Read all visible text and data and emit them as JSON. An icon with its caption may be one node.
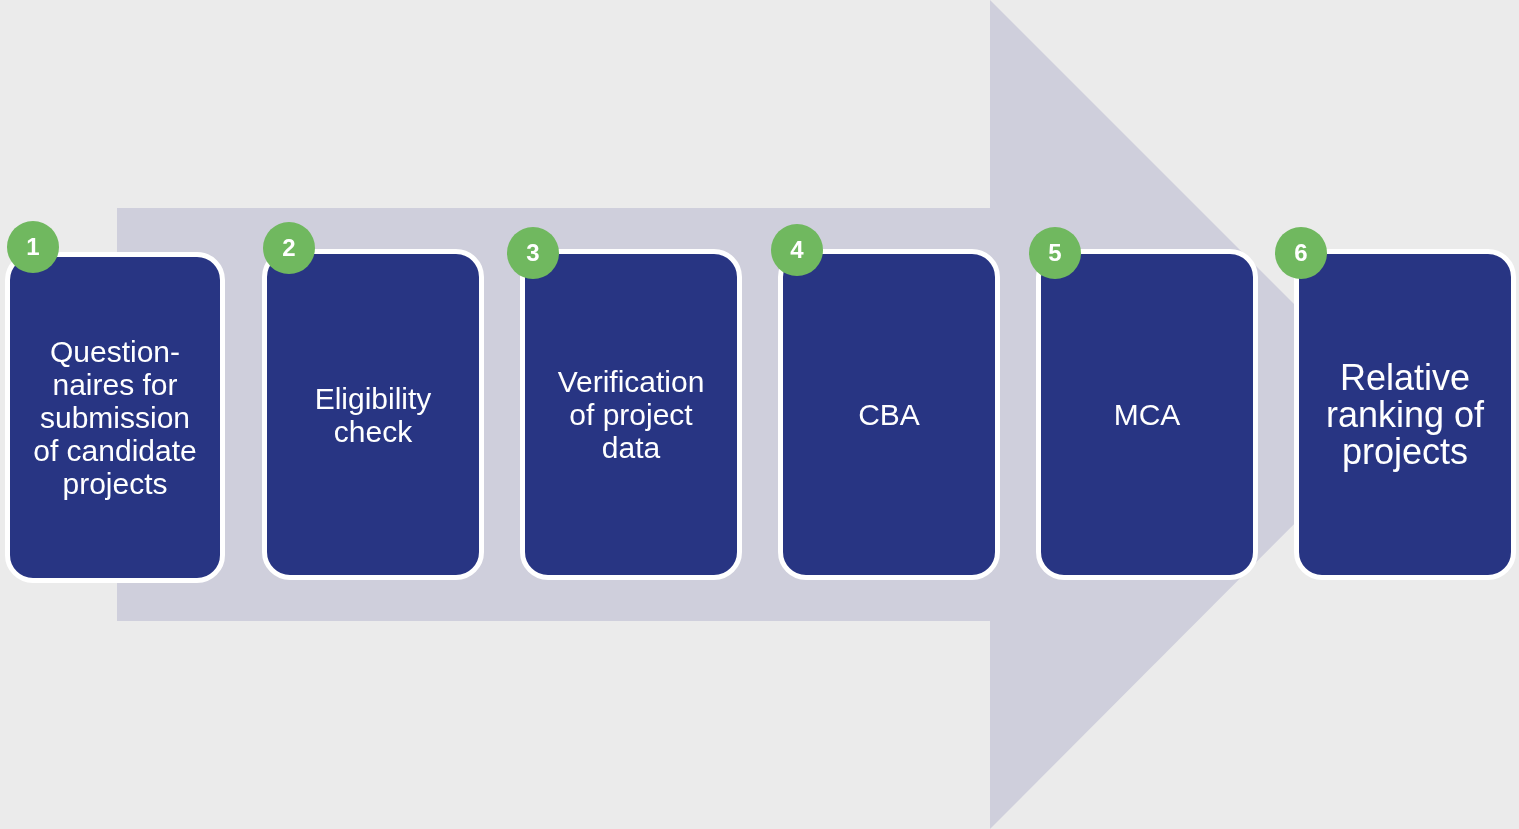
{
  "diagram": {
    "nodes": [
      {
        "text": [
          "1"
        ]
      },
      {
        "text": [
          "Question-naires for submission of candidate projects"
        ]
      },
      {
        "text": [
          "2"
        ]
      },
      {
        "text": [
          "Eligibility check"
        ]
      },
      {
        "text": [
          "3"
        ]
      },
      {
        "text": [
          "Verification of project data"
        ]
      },
      {
        "text": [
          "4"
        ]
      },
      {
        "text": [
          "CBA"
        ]
      },
      {
        "text": [
          "5"
        ]
      },
      {
        "text": [
          "MCA"
        ]
      },
      {
        "text": [
          "6"
        ]
      },
      {
        "text": [
          "Relative ranking of projects"
        ]
      }
    ],
    "edges": [
      {
        "from": 1,
        "to": 11,
        "arrow": "to"
      }
    ]
  }
}
